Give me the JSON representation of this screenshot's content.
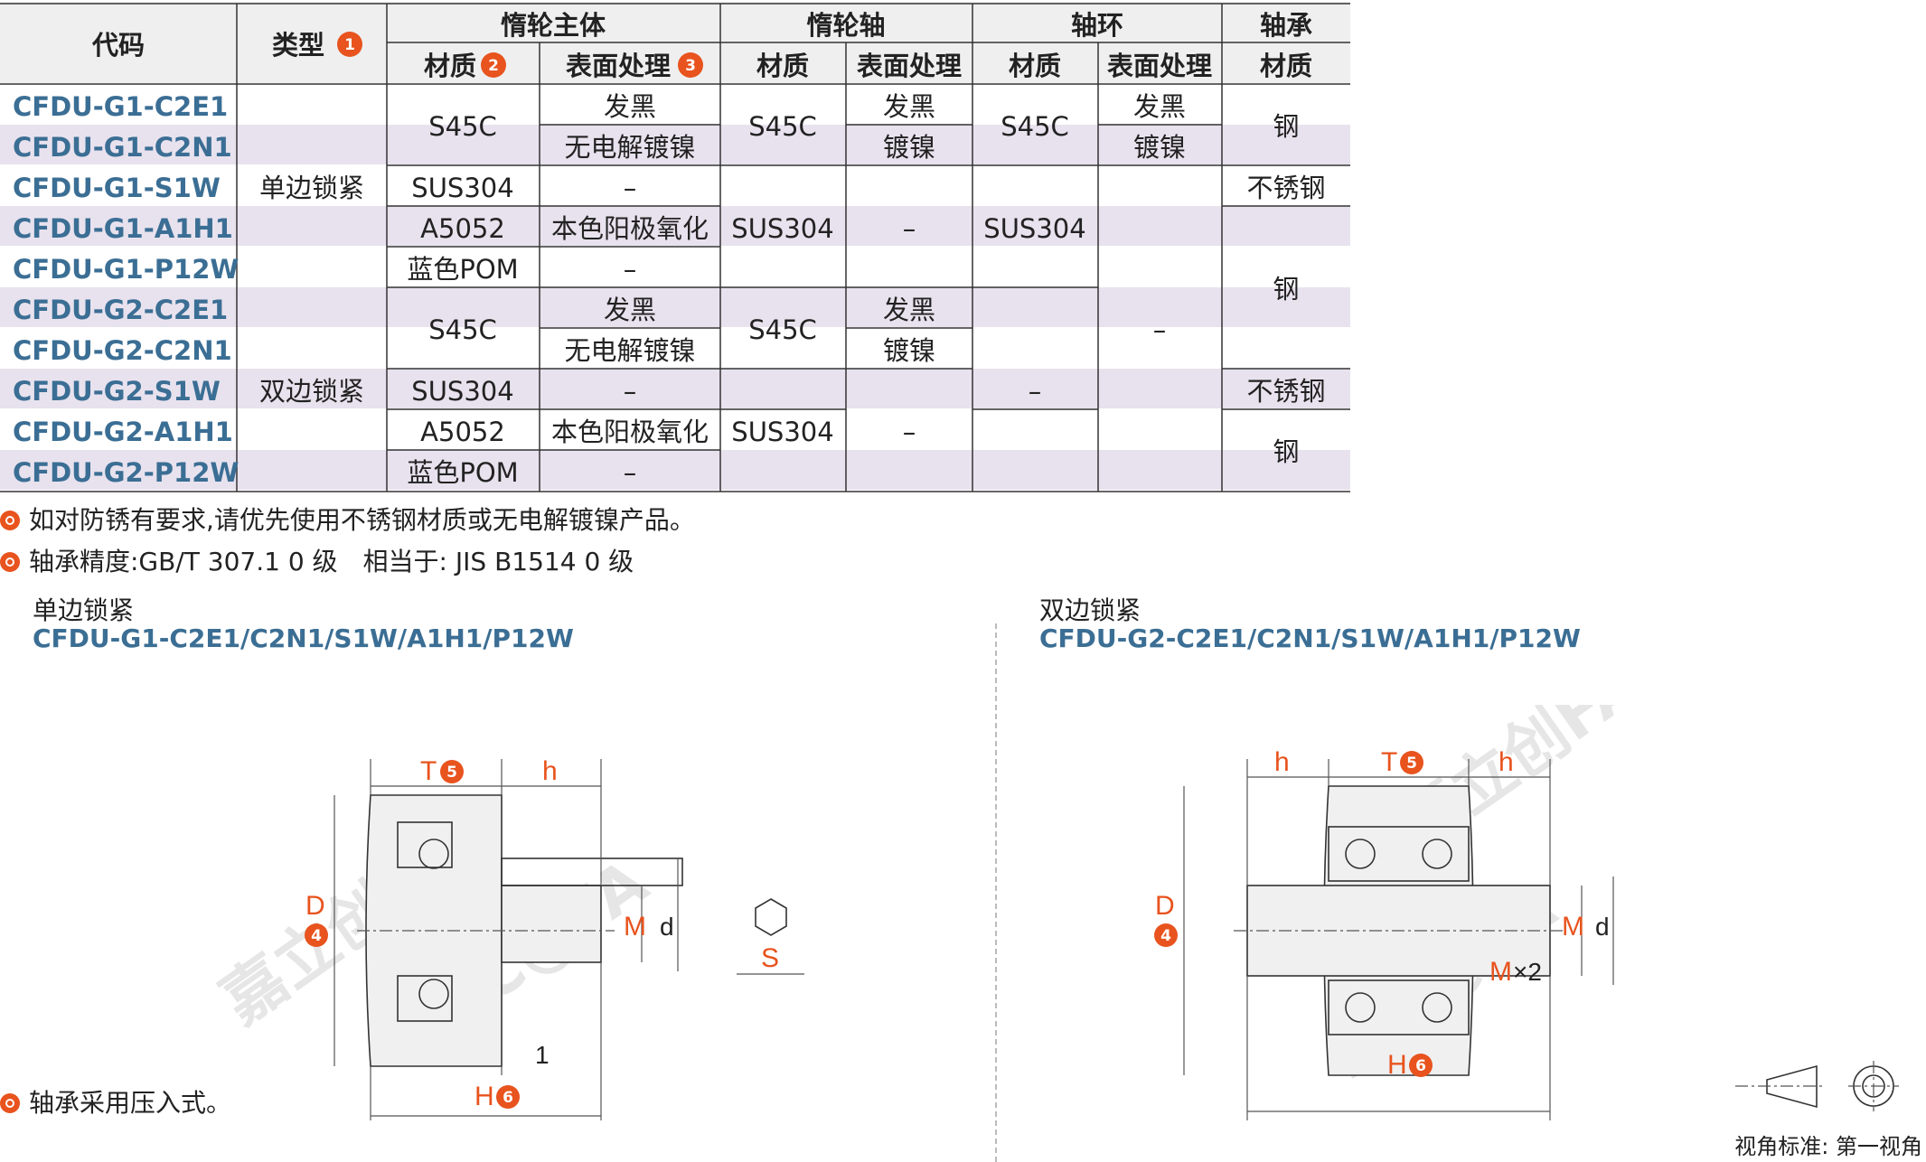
{
  "table": {
    "header": {
      "code": "代码",
      "type": "类型",
      "type_badge": "1",
      "idler_body": "惰轮主体",
      "idler_shaft": "惰轮轴",
      "collar": "轴环",
      "bearing": "轴承",
      "material": "材质",
      "material_badge": "2",
      "surface": "表面处理",
      "surface_badge": "3"
    },
    "codes": [
      "CFDU-G1-C2E1",
      "CFDU-G1-C2N1",
      "CFDU-G1-S1W",
      "CFDU-G1-A1H1",
      "CFDU-G1-P12W",
      "CFDU-G2-C2E1",
      "CFDU-G2-C2N1",
      "CFDU-G2-S1W",
      "CFDU-G2-A1H1",
      "CFDU-G2-P12W"
    ],
    "types": [
      "单边锁紧",
      "双边锁紧"
    ],
    "body_material": [
      "S45C",
      "SUS304",
      "A5052",
      "蓝色POM",
      "S45C",
      "SUS304",
      "A5052",
      "蓝色POM"
    ],
    "body_surface": [
      "发黑",
      "无电解镀镍",
      "–",
      "本色阳极氧化",
      "–",
      "发黑",
      "无电解镀镍",
      "–",
      "本色阳极氧化",
      "–"
    ],
    "shaft_material": [
      "S45C",
      "SUS304",
      "S45C",
      "SUS304"
    ],
    "shaft_surface": [
      "发黑",
      "镀镍",
      "–",
      "发黑",
      "镀镍",
      "–"
    ],
    "collar_material": [
      "S45C",
      "SUS304",
      "–"
    ],
    "collar_surface": [
      "发黑",
      "镀镍",
      "–"
    ],
    "bearing_material": [
      "钢",
      "不锈钢",
      "钢",
      "不锈钢",
      "钢"
    ]
  },
  "notes": [
    "如对防锈有要求,请优先使用不锈钢材质或无电解镀镍产品。",
    "轴承精度:GB/T 307.1 0 级　相当于: JIS B1514 0 级"
  ],
  "single": {
    "title": "单边锁紧",
    "codes": "CFDU-G1-C2E1/C2N1/S1W/A1H1/P12W"
  },
  "double": {
    "title": "双边锁紧",
    "codes": "CFDU-G2-C2E1/C2N1/S1W/A1H1/P12W"
  },
  "dims": {
    "T": "T",
    "T_badge": "5",
    "h": "h",
    "D": "D",
    "D_badge": "4",
    "M": "M",
    "d": "d",
    "S": "S",
    "one": "1",
    "H": "H",
    "H_badge": "6",
    "M2": "M",
    "x2": "×2"
  },
  "press_note": "轴承采用压入式。",
  "projection_label": "视角标准: 第一视角",
  "watermark": {
    "brand": "JLC@FA",
    "cn": "嘉立创FA",
    "url": "WWW.JLCFA.COM"
  },
  "colors": {
    "accent": "#e8531e",
    "code_blue": "#3b6e94",
    "stripe": "#e8e2ee"
  }
}
